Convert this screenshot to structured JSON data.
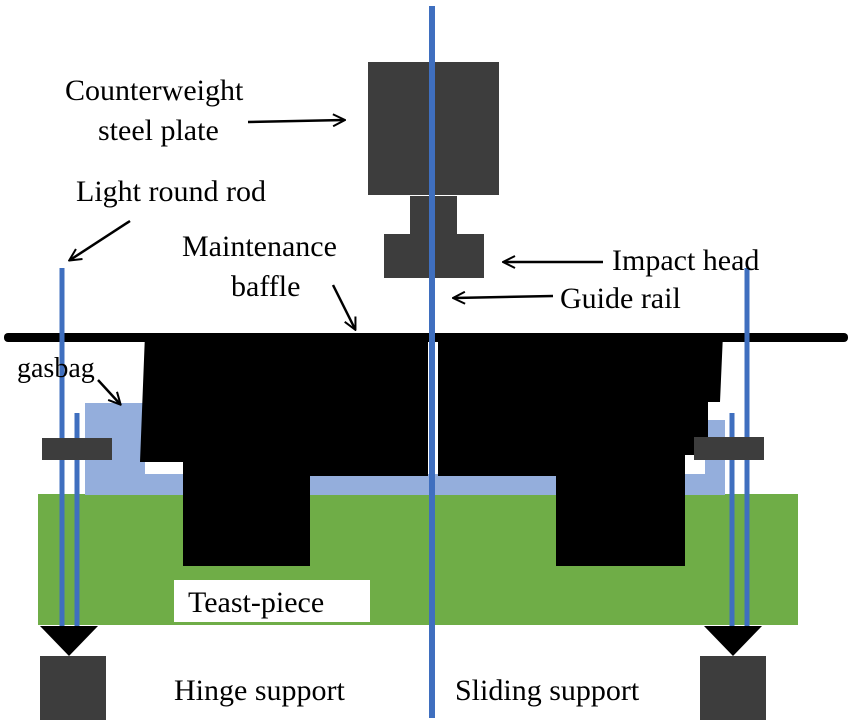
{
  "labels": {
    "counterweight_line1": "Counterweight",
    "counterweight_line2": "steel plate",
    "light_round_rod": "Light round rod",
    "maintenance_line1": "Maintenance",
    "maintenance_line2": "baffle",
    "impact_head": "Impact head",
    "guide_rail": "Guide rail",
    "gasbag": "gasbag",
    "test_piece": "Teast-piece",
    "hinge_support": "Hinge support",
    "sliding_support": "Sliding support"
  },
  "colors": {
    "steel": "#3d3d3d",
    "baffle": "#000000",
    "rail": "#3f6fbf",
    "gasbag": "#94aedc",
    "test_piece": "#6fad47",
    "background": "#ffffff"
  }
}
